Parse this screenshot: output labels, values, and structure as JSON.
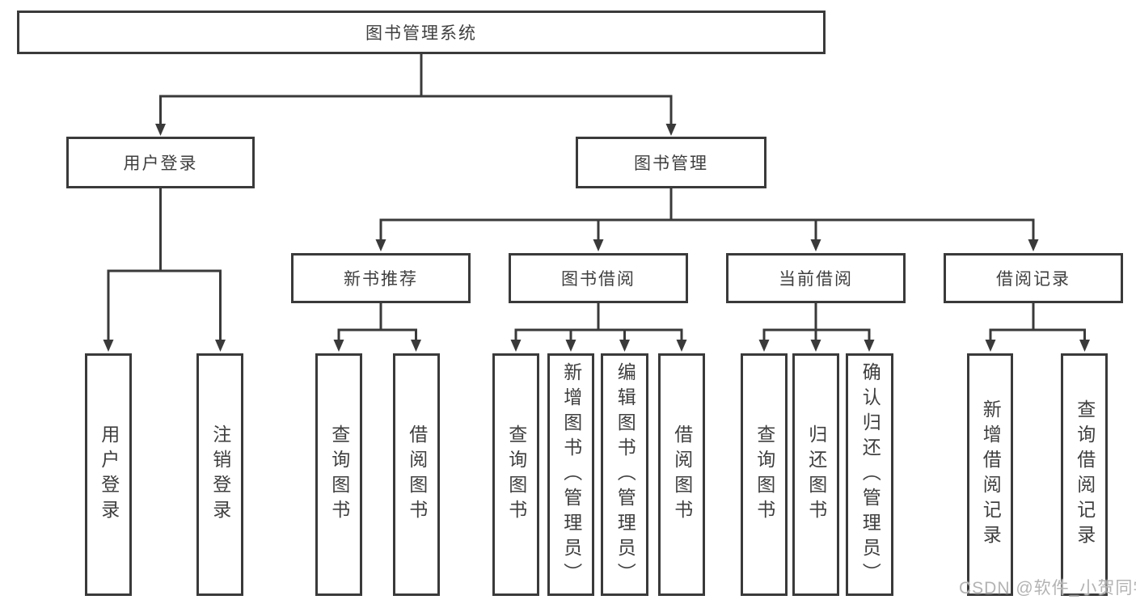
{
  "tree": {
    "label": "图书管理系统",
    "children": [
      {
        "label": "用户登录",
        "children": [
          {
            "label": "用户登录"
          },
          {
            "label": "注销登录"
          }
        ]
      },
      {
        "label": "图书管理",
        "children": [
          {
            "label": "新书推荐",
            "children": [
              {
                "label": "查询图书"
              },
              {
                "label": "借阅图书"
              }
            ]
          },
          {
            "label": "图书借阅",
            "children": [
              {
                "label": "查询图书"
              },
              {
                "label": "新增图书（管理员）"
              },
              {
                "label": "编辑图书（管理员）"
              },
              {
                "label": "借阅图书"
              }
            ]
          },
          {
            "label": "当前借阅",
            "children": [
              {
                "label": "查询图书"
              },
              {
                "label": "归还图书"
              },
              {
                "label": "确认归还（管理员）"
              }
            ]
          },
          {
            "label": "借阅记录",
            "children": [
              {
                "label": "新增借阅记录"
              },
              {
                "label": "查询借阅记录"
              }
            ]
          }
        ]
      }
    ]
  },
  "watermark": {
    "text": "CSDN @软件_小贺同学"
  },
  "colors": {
    "line": "#3a3a3a",
    "text": "#3f3f3f",
    "background": "#ffffff",
    "watermark": "#b3b3b3"
  }
}
